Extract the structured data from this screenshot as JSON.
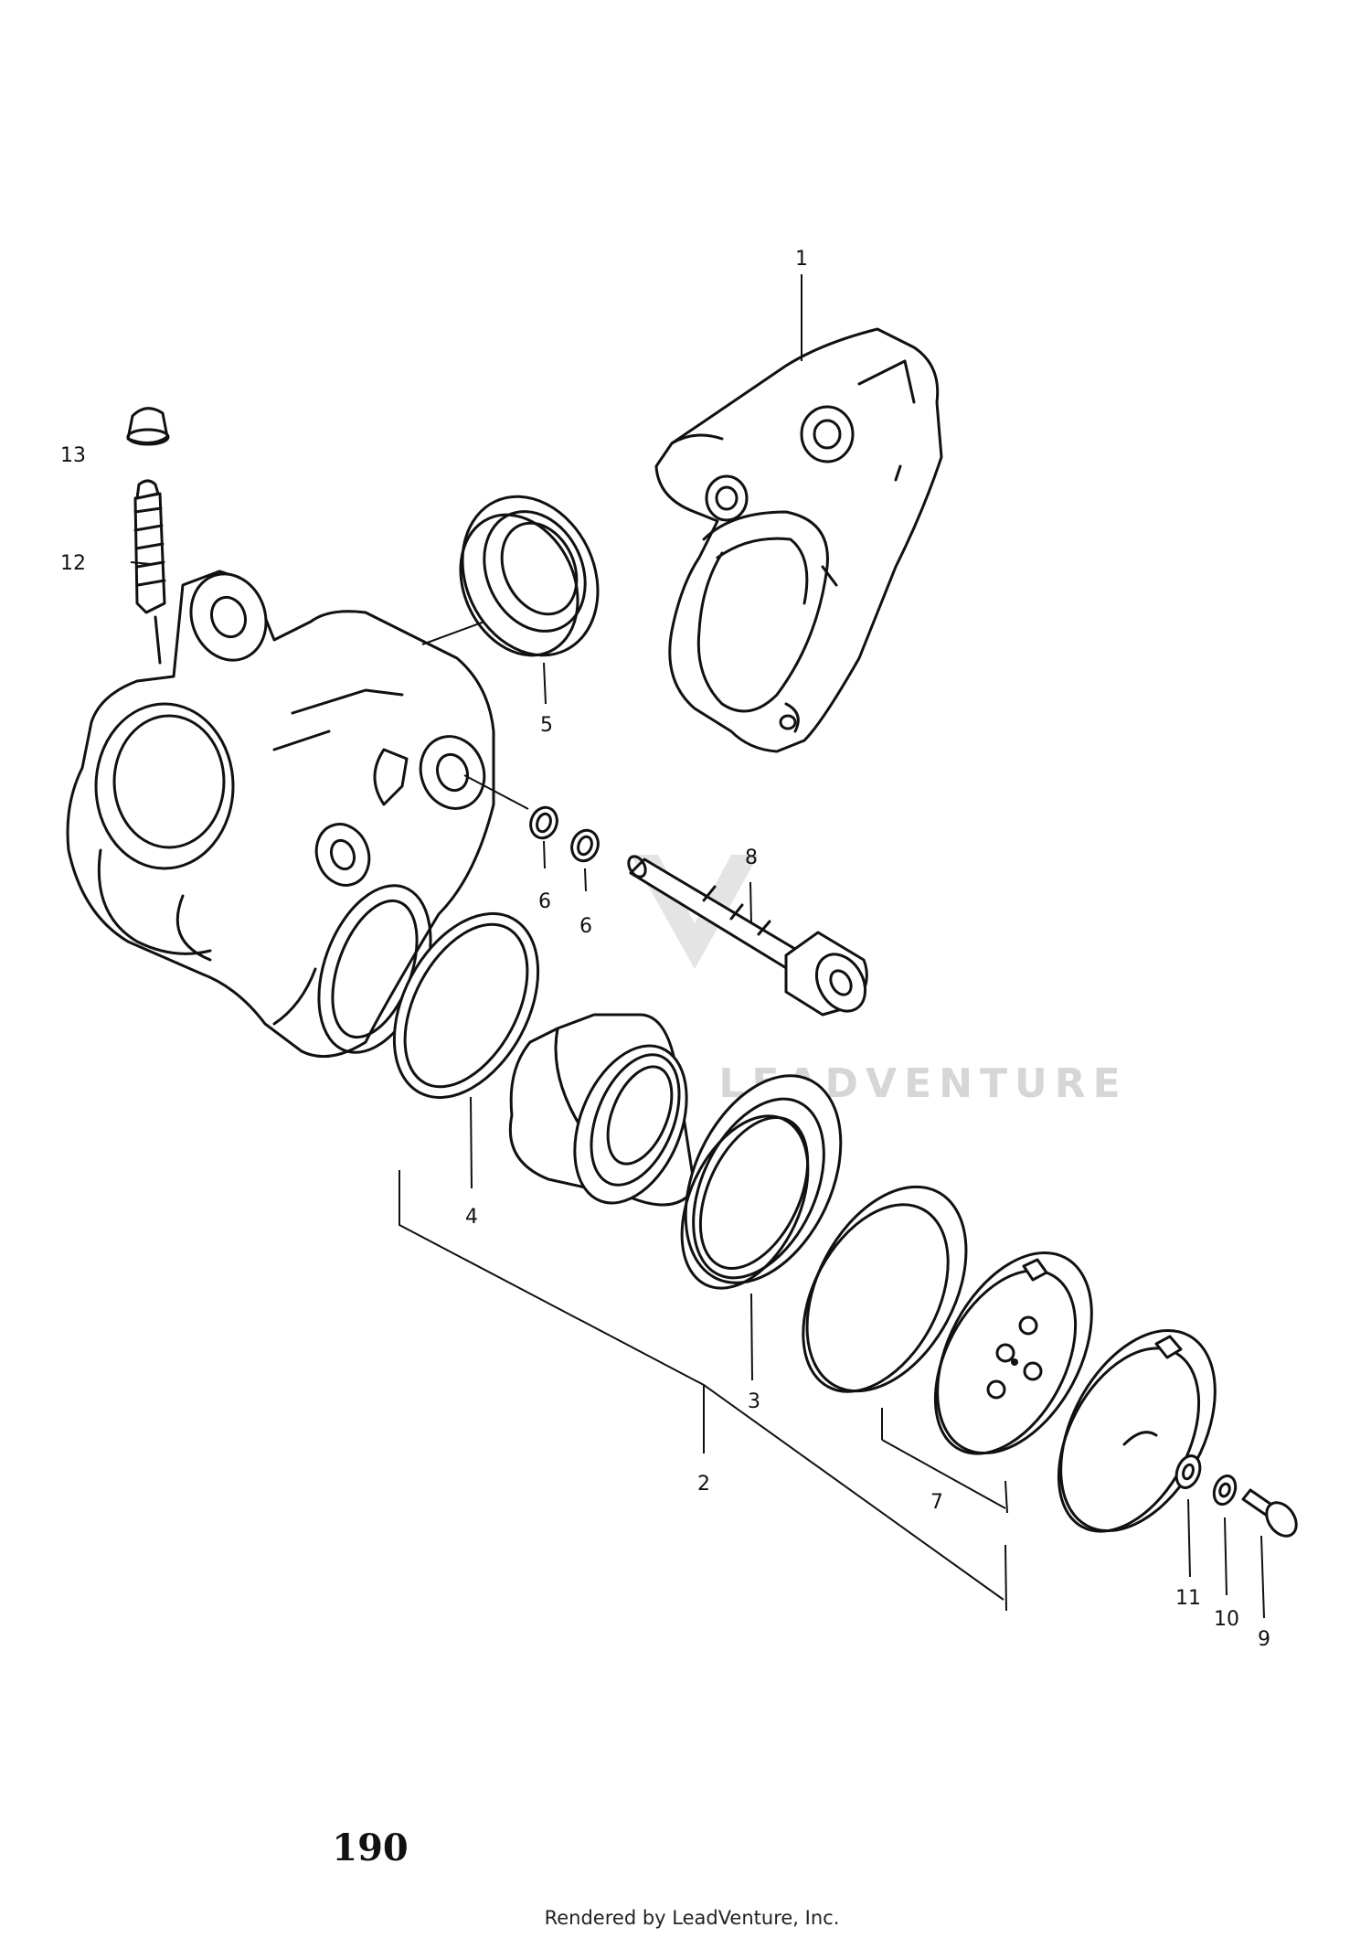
{
  "diagram": {
    "callouts": {
      "c1": "1",
      "c2": "2",
      "c3": "3",
      "c4": "4",
      "c5": "5",
      "c6a": "6",
      "c6b": "6",
      "c7": "7",
      "c8": "8",
      "c9": "9",
      "c10": "10",
      "c11": "11",
      "c12": "12",
      "c13": "13"
    },
    "page_number": "190",
    "watermark": "LEADVENTURE",
    "credit": "Rendered by LeadVenture, Inc."
  }
}
